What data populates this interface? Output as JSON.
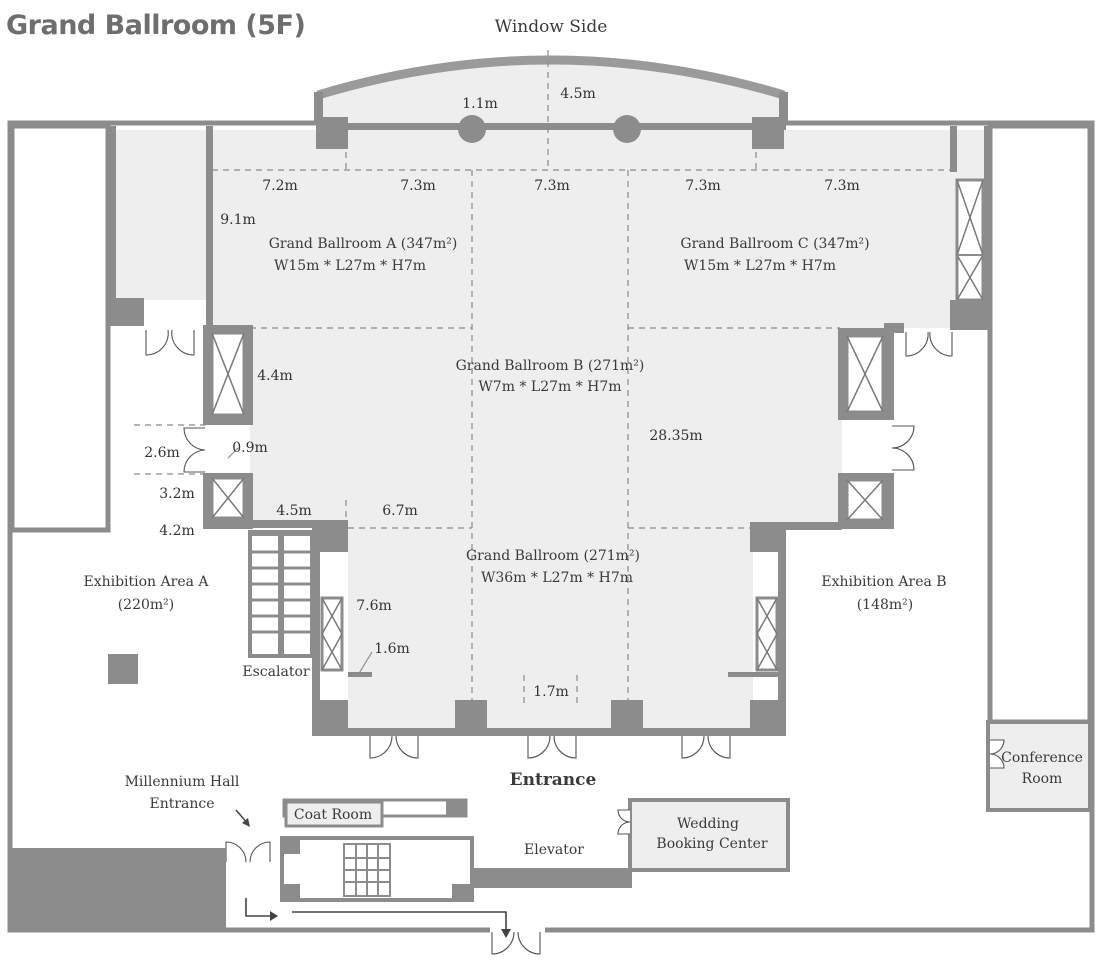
{
  "title": "Grand Ballroom (5F)",
  "labels": {
    "window_side": "Window Side",
    "entrance": "Entrance",
    "escalator": "Escalator",
    "elevator": "Elevator",
    "coat_room": "Coat Room",
    "millennium_line1": "Millennium Hall",
    "millennium_line2": "Entrance",
    "wedding_line1": "Wedding",
    "wedding_line2": "Booking Center",
    "conference_line1": "Conference",
    "conference_line2": "Room"
  },
  "rooms": {
    "a_name": "Grand Ballroom A (347m²)",
    "a_dims": "W15m * L27m * H7m",
    "c_name": "Grand Ballroom C (347m²)",
    "c_dims": "W15m * L27m * H7m",
    "b_name": "Grand Ballroom B (271m²)",
    "b_dims": "W7m * L27m * H7m",
    "d_name": "Grand Ballroom (271m²)",
    "d_dims": "W36m * L27m * H7m",
    "exa_line1": "Exhibition Area A",
    "exa_line2": "(220m²)",
    "exb_line1": "Exhibition Area B",
    "exb_line2": "(148m²)"
  },
  "dimensions": {
    "d_1_1": "1.1m",
    "d_4_5_top": "4.5m",
    "d_7_2": "7.2m",
    "d_7_3_a": "7.3m",
    "d_7_3_b": "7.3m",
    "d_7_3_c": "7.3m",
    "d_7_3_d": "7.3m",
    "d_9_1": "9.1m",
    "d_4_4": "4.4m",
    "d_2_6": "2.6m",
    "d_0_9": "0.9m",
    "d_3_2": "3.2m",
    "d_4_2": "4.2m",
    "d_4_5_low": "4.5m",
    "d_6_7": "6.7m",
    "d_28_35": "28.35m",
    "d_7_6": "7.6m",
    "d_1_6": "1.6m",
    "d_1_7": "1.7m"
  },
  "colors": {
    "wall": "#8c8c8c",
    "floor": "#eeeeee",
    "text": "#3a3a3a"
  }
}
